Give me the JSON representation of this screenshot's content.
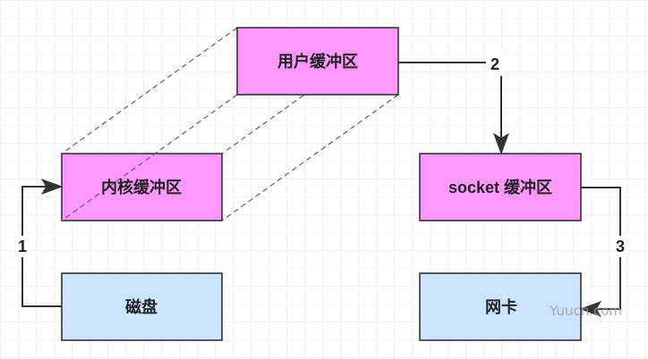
{
  "diagram": {
    "nodes": [
      {
        "label": "用户缓冲区"
      },
      {
        "label": "内核缓冲区"
      },
      {
        "label": "socket 缓冲区"
      },
      {
        "label": "磁盘"
      },
      {
        "label": "网卡"
      }
    ],
    "edges": [
      {
        "label": "1",
        "from": 3,
        "to": 1
      },
      {
        "label": "2",
        "from": 0,
        "to": 2
      },
      {
        "label": "3",
        "from": 2,
        "to": 4
      }
    ],
    "projections": [
      {
        "from": 0,
        "to": 1
      }
    ]
  },
  "colors": {
    "buffer_fill": "#FF99FF",
    "device_fill": "#CCE5FF",
    "stroke": "#333333",
    "background": "#FFFFFF"
  },
  "watermark": "Yuucn.com"
}
